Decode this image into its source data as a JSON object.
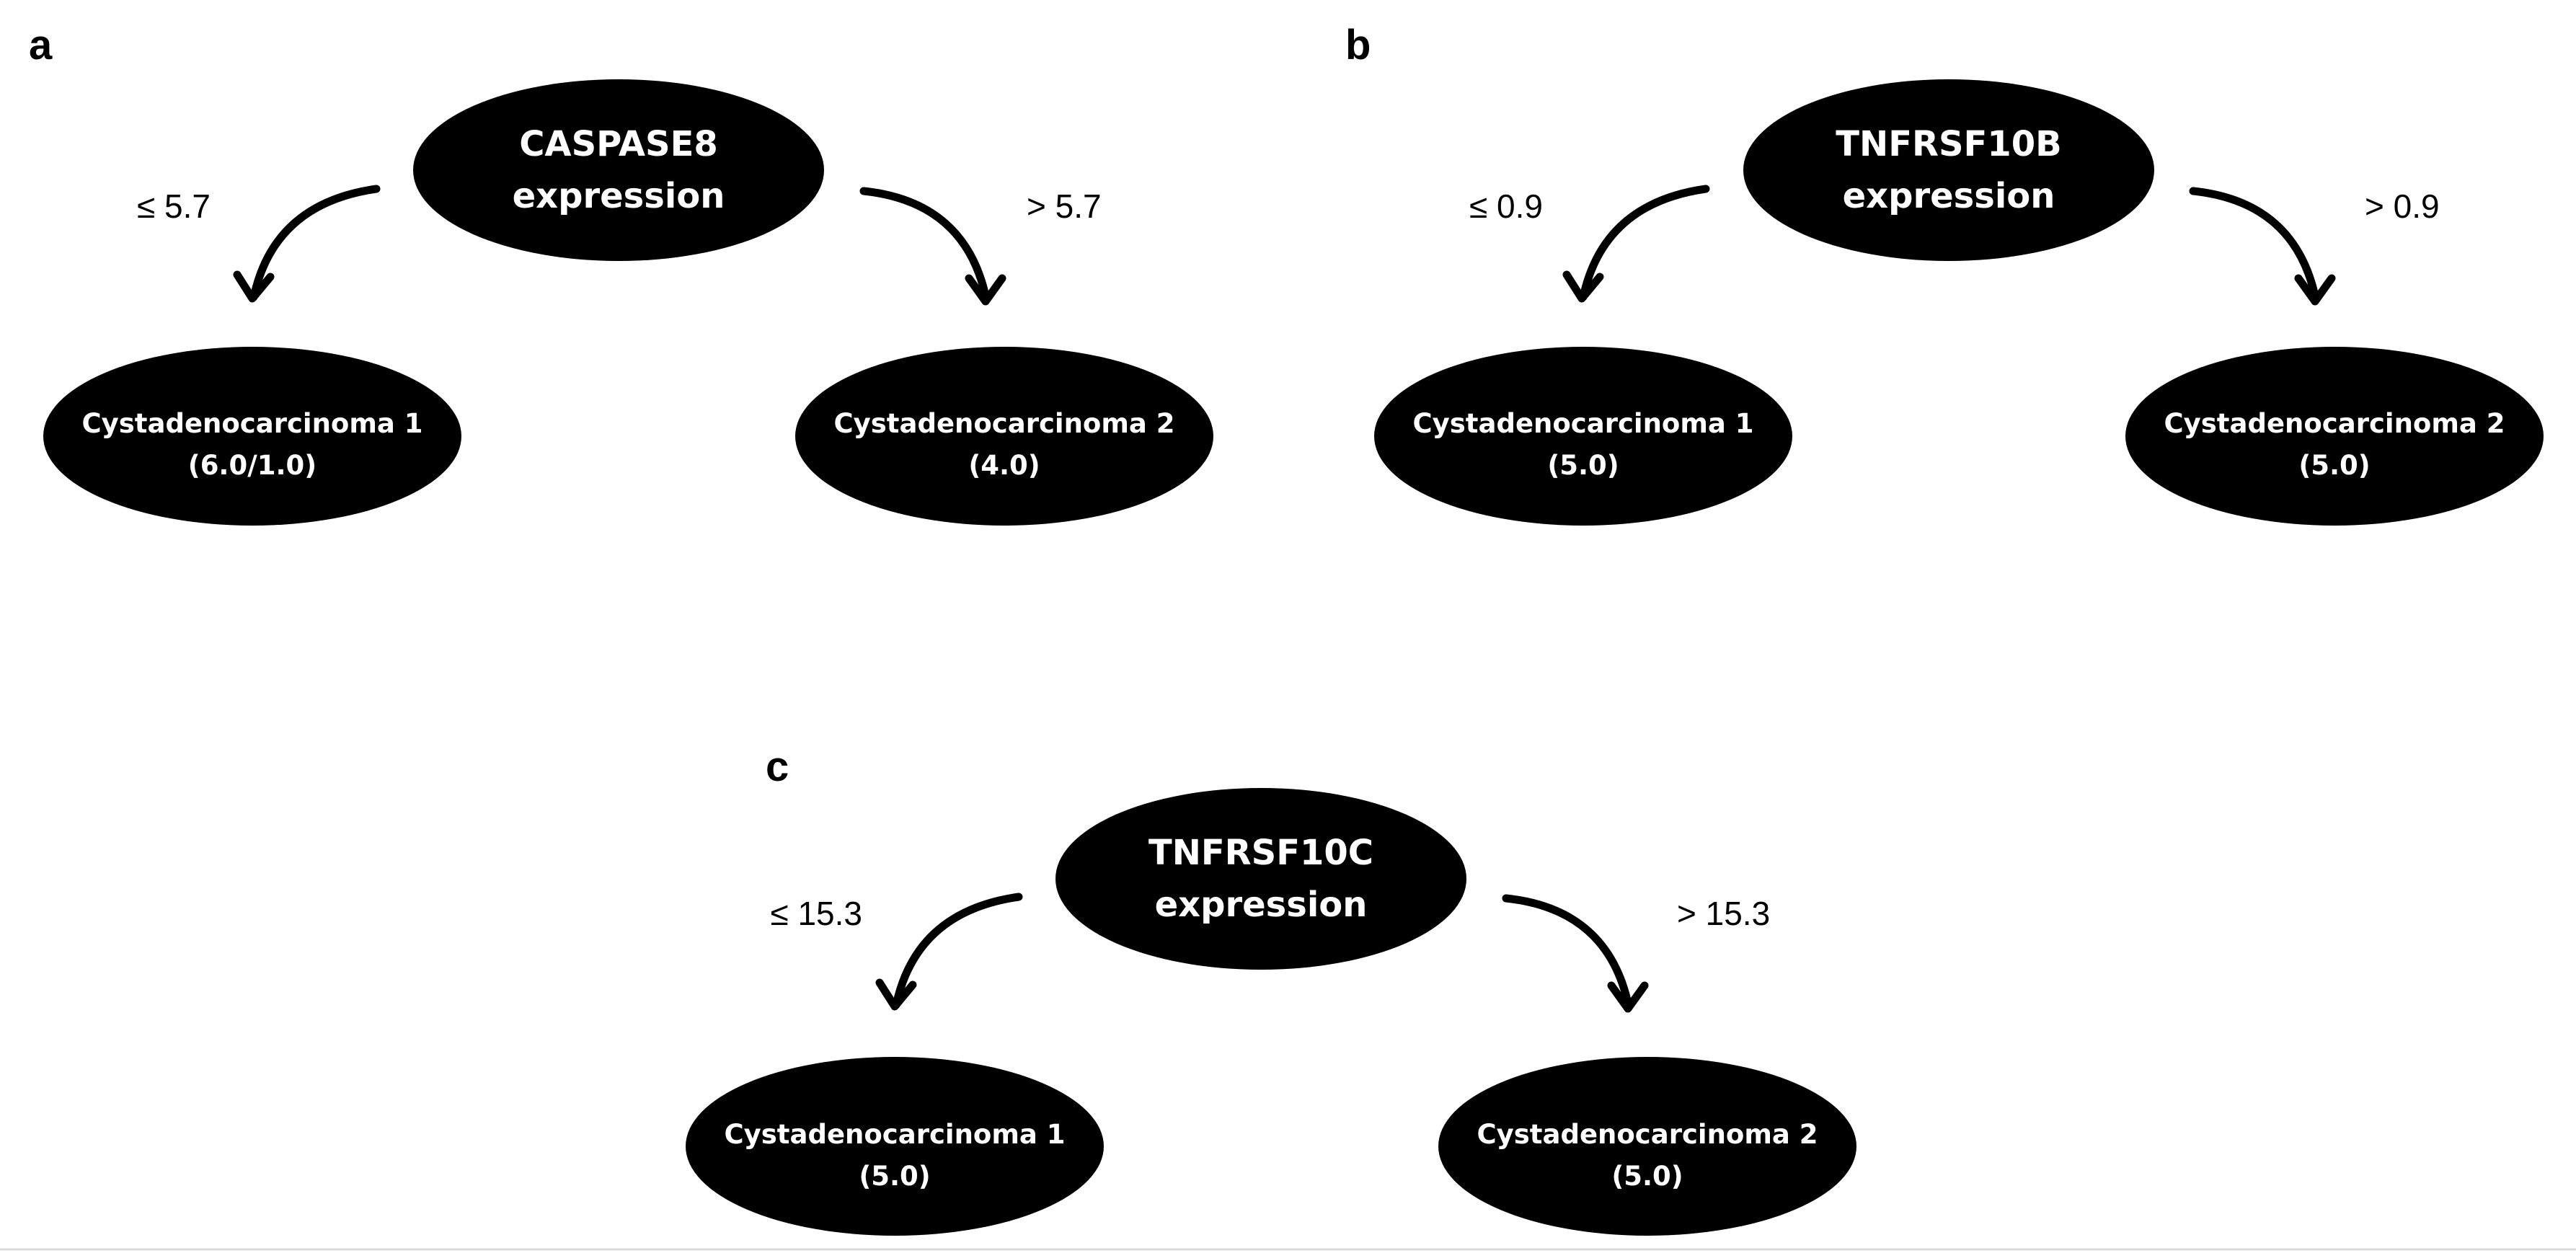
{
  "colors": {
    "node_fill": "#000000",
    "node_text": "#ffffff",
    "background": "#ffffff"
  },
  "panels": [
    {
      "letter": "a",
      "root": {
        "line1": "CASPASE8",
        "line2": "expression"
      },
      "left_condition": "≤ 5.7",
      "right_condition": "> 5.7",
      "left_leaf": {
        "line1": "Cystadenocarcinoma 1",
        "line2": "(6.0/1.0)"
      },
      "right_leaf": {
        "line1": "Cystadenocarcinoma 2",
        "line2": "(4.0)"
      }
    },
    {
      "letter": "b",
      "root": {
        "line1": "TNFRSF10B",
        "line2": "expression"
      },
      "left_condition": "≤ 0.9",
      "right_condition": "> 0.9",
      "left_leaf": {
        "line1": "Cystadenocarcinoma 1",
        "line2": "(5.0)"
      },
      "right_leaf": {
        "line1": "Cystadenocarcinoma 2",
        "line2": "(5.0)"
      }
    },
    {
      "letter": "c",
      "root": {
        "line1": "TNFRSF10C",
        "line2": "expression"
      },
      "left_condition": "≤ 15.3",
      "right_condition": "> 15.3",
      "left_leaf": {
        "line1": "Cystadenocarcinoma 1",
        "line2": "(5.0)"
      },
      "right_leaf": {
        "line1": "Cystadenocarcinoma 2",
        "line2": "(5.0)"
      }
    }
  ]
}
